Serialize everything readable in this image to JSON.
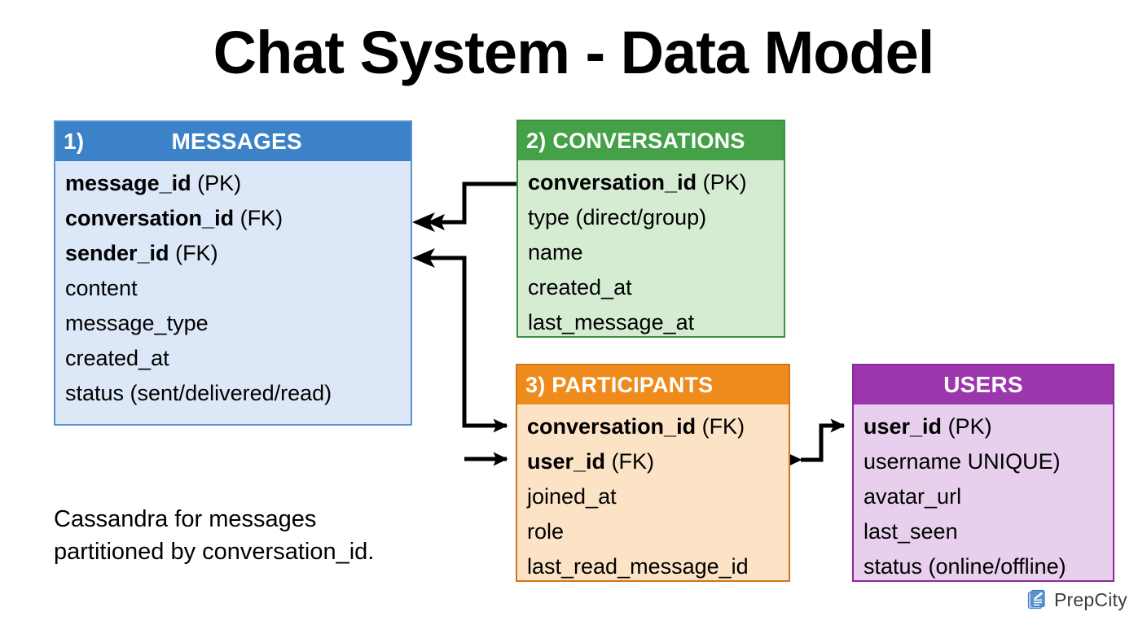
{
  "page": {
    "title": "Chat System - Data Model",
    "background": "#ffffff"
  },
  "entities": {
    "messages": {
      "number": "1)",
      "name": "MESSAGES",
      "header_color": "#3c82c8",
      "body_color": "#dce7f8",
      "border_color": "#5b93cf",
      "fields": [
        {
          "name": "message_id",
          "annotation": "(PK)",
          "key": true
        },
        {
          "name": "conversation_id",
          "annotation": "(FK)",
          "key": true
        },
        {
          "name": "sender_id",
          "annotation": "(FK)",
          "key": true
        },
        {
          "name": "content",
          "annotation": "",
          "key": false
        },
        {
          "name": "message_type",
          "annotation": "",
          "key": false
        },
        {
          "name": "created_at",
          "annotation": "",
          "key": false
        },
        {
          "name": "status (sent/delivered/read)",
          "annotation": "",
          "key": false
        }
      ]
    },
    "conversations": {
      "number": "2)",
      "name": "CONVERSATIONS",
      "header_color": "#44a148",
      "body_color": "#d5ecd3",
      "border_color": "#3b8f3f",
      "fields": [
        {
          "name": "conversation_id",
          "annotation": "(PK)",
          "key": true
        },
        {
          "name": "type (direct/group)",
          "annotation": "",
          "key": false
        },
        {
          "name": "name",
          "annotation": "",
          "key": false
        },
        {
          "name": "created_at",
          "annotation": "",
          "key": false
        },
        {
          "name": "last_message_at",
          "annotation": "",
          "key": false
        }
      ]
    },
    "participants": {
      "number": "3)",
      "name": "PARTICIPANTS",
      "header_color": "#ef8b1c",
      "body_color": "#fce3c6",
      "border_color": "#d2761a",
      "fields": [
        {
          "name": "conversation_id",
          "annotation": "(FK)",
          "key": true
        },
        {
          "name": "user_id",
          "annotation": "(FK)",
          "key": true
        },
        {
          "name": "joined_at",
          "annotation": "",
          "key": false
        },
        {
          "name": "role",
          "annotation": "",
          "key": false
        },
        {
          "name": "last_read_message_id",
          "annotation": "",
          "key": false
        }
      ]
    },
    "users": {
      "number": "",
      "name": "USERS",
      "header_color": "#9c36ac",
      "body_color": "#e7cfed",
      "border_color": "#8a2a9b",
      "fields": [
        {
          "name": "user_id",
          "annotation": "(PK)",
          "key": true
        },
        {
          "name": "username UNIQUE)",
          "annotation": "",
          "key": false
        },
        {
          "name": "avatar_url",
          "annotation": "",
          "key": false
        },
        {
          "name": "last_seen",
          "annotation": "",
          "key": false
        },
        {
          "name": "status (online/offline)",
          "annotation": "",
          "key": false
        }
      ]
    }
  },
  "caption": {
    "line1": "Cassandra for messages",
    "line2": "partitioned by conversation_id."
  },
  "relationships": [
    {
      "from": "conversations.conversation_id",
      "to": "messages.conversation_id",
      "direction": "left"
    },
    {
      "from": "participants.conversation_id",
      "to": "messages.sender_id",
      "direction": "left"
    },
    {
      "from": "messages.sender_id",
      "to": "participants.conversation_id",
      "direction": "right"
    },
    {
      "from": "messages.sender_id",
      "to": "participants.user_id",
      "direction": "right"
    },
    {
      "from": "participants.user_id",
      "to": "users.user_id",
      "direction": "both"
    }
  ],
  "footer": {
    "brand": "PrepCity",
    "icon": "document-pencil-icon",
    "icon_color": "#4a86c8",
    "text_color": "#3d3d3d"
  }
}
